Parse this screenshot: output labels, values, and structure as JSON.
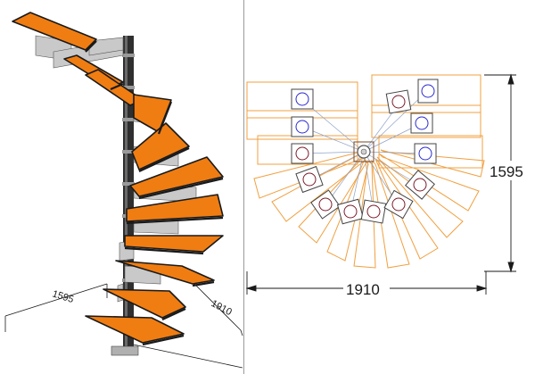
{
  "panels": {
    "left": {
      "view": "3d-perspective",
      "subject": "spiral-staircase"
    },
    "right": {
      "view": "top-plan",
      "subject": "spiral-staircase"
    }
  },
  "dimensions": {
    "width_label": "1910",
    "depth_label": "1595"
  },
  "colors": {
    "tread": "#f07d12",
    "tread_edge": "#1a1a1a",
    "column": "#2f2f2f",
    "bracket": "#c9c9c9",
    "plan_tread_outline": "#f0a040",
    "plan_support_circle": "#7a1a2a",
    "plan_support_circle_alt": "#2a2ad0",
    "plan_spoke": "#8ea4c8",
    "dimension_line": "#1a1a1a",
    "divider": "#9a9a9a"
  },
  "plan": {
    "tread_count": 14,
    "supports": 14
  }
}
